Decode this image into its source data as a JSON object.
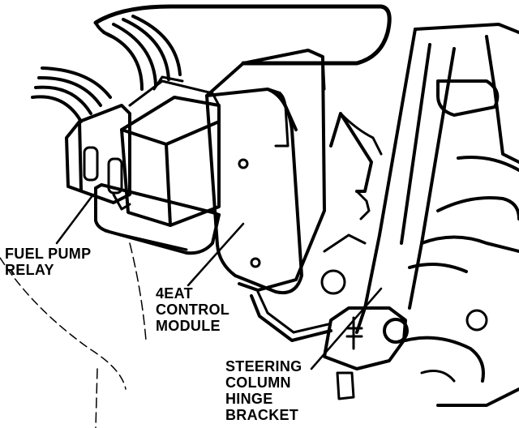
{
  "labels": {
    "fuel_pump_relay": [
      "FUEL PUMP",
      "RELAY"
    ],
    "control_module": [
      "4EAT",
      "CONTROL",
      "MODULE"
    ],
    "hinge_bracket": [
      "STEERING",
      "COLUMN",
      "HINGE",
      "BRACKET"
    ]
  },
  "colors": {
    "ink": "#000000",
    "paper": "#ffffff"
  }
}
